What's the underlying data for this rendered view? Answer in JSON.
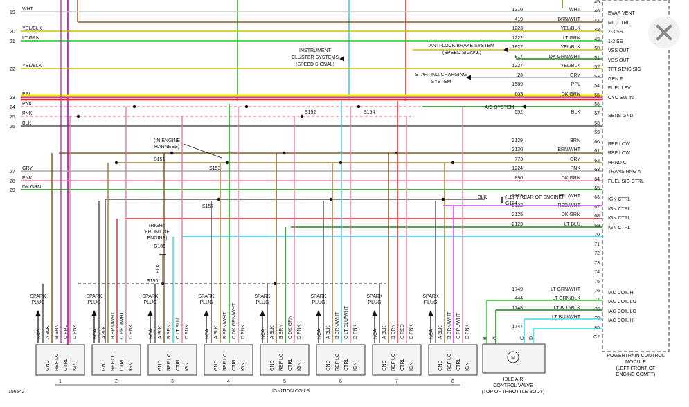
{
  "close_button": {
    "label": "Close"
  },
  "left_wires": [
    {
      "num": "19",
      "color": "WHT",
      "stroke": "#cccccc"
    },
    {
      "num": "20",
      "color": "YEL/BLK",
      "stroke": "#d4c000"
    },
    {
      "num": "21",
      "color": "LT GRN",
      "stroke": "#22cc22"
    },
    {
      "num": "22",
      "color": "YEL/BLK",
      "stroke": "#d4c000"
    },
    {
      "num": "23",
      "color": "PPL",
      "stroke": "#bb44bb"
    },
    {
      "num": "24",
      "color": "PNK",
      "stroke": "#f080a0"
    },
    {
      "num": "25",
      "color": "PNK",
      "stroke": "#f080a0"
    },
    {
      "num": "26",
      "color": "BLK",
      "stroke": "#555555"
    },
    {
      "num": "27",
      "color": "GRY",
      "stroke": "#aaaaaa"
    },
    {
      "num": "28",
      "color": "PNK",
      "stroke": "#f080a0"
    },
    {
      "num": "29",
      "color": "DK GRN",
      "stroke": "#118811"
    }
  ],
  "pcm_pins": [
    {
      "pin": "45",
      "circuit": "",
      "color": "",
      "func": ""
    },
    {
      "pin": "46",
      "circuit": "1310",
      "color": "WHT",
      "func": "EVAP VENT"
    },
    {
      "pin": "47",
      "circuit": "419",
      "color": "BRN/WHT",
      "func": "MIL CTRL"
    },
    {
      "pin": "48",
      "circuit": "1223",
      "color": "YEL/BLK",
      "func": "2-3 SS"
    },
    {
      "pin": "49",
      "circuit": "1222",
      "color": "LT GRN",
      "func": "1-2 SS"
    },
    {
      "pin": "50",
      "circuit": "1827",
      "color": "YEL/BLK",
      "func": "VSS OUT"
    },
    {
      "pin": "51",
      "circuit": "817",
      "color": "DK GRN/WHT",
      "func": "VSS OUT"
    },
    {
      "pin": "52",
      "circuit": "1227",
      "color": "YEL/BLK",
      "func": "TFT SENS SIG"
    },
    {
      "pin": "53",
      "circuit": "23",
      "color": "GRY",
      "func": "GEN F"
    },
    {
      "pin": "54",
      "circuit": "1589",
      "color": "PPL",
      "func": "FUEL LEV"
    },
    {
      "pin": "55",
      "circuit": "603",
      "color": "DK GRN",
      "func": "CYC SW IN"
    },
    {
      "pin": "56",
      "circuit": "",
      "color": "",
      "func": ""
    },
    {
      "pin": "57",
      "circuit": "552",
      "color": "BLK",
      "func": "SENS GND"
    },
    {
      "pin": "58",
      "circuit": "",
      "color": "",
      "func": ""
    },
    {
      "pin": "59",
      "circuit": "",
      "color": "",
      "func": ""
    },
    {
      "pin": "60",
      "circuit": "2129",
      "color": "BRN",
      "func": "REF LOW"
    },
    {
      "pin": "61",
      "circuit": "2130",
      "color": "BRN/WHT",
      "func": "REF LOW"
    },
    {
      "pin": "62",
      "circuit": "773",
      "color": "GRY",
      "func": "PRND C"
    },
    {
      "pin": "63",
      "circuit": "1224",
      "color": "PNK",
      "func": "TRANS RNG A"
    },
    {
      "pin": "64",
      "circuit": "890",
      "color": "DK GRN",
      "func": "FUEL SIG CTRL"
    },
    {
      "pin": "65",
      "circuit": "",
      "color": "",
      "func": ""
    },
    {
      "pin": "66",
      "circuit": "2128",
      "color": "PPL/WHT",
      "func": "IGN CTRL"
    },
    {
      "pin": "67",
      "circuit": "2122",
      "color": "RED/WHT",
      "func": "IGN CTRL"
    },
    {
      "pin": "68",
      "circuit": "2125",
      "color": "DK GRN",
      "func": "IGN CTRL"
    },
    {
      "pin": "69",
      "circuit": "2123",
      "color": "LT BLU",
      "func": "IGN CTRL"
    },
    {
      "pin": "70",
      "circuit": "",
      "color": "",
      "func": ""
    },
    {
      "pin": "71",
      "circuit": "",
      "color": "",
      "func": ""
    },
    {
      "pin": "72",
      "circuit": "",
      "color": "",
      "func": ""
    },
    {
      "pin": "73",
      "circuit": "",
      "color": "",
      "func": ""
    },
    {
      "pin": "74",
      "circuit": "",
      "color": "",
      "func": ""
    },
    {
      "pin": "75",
      "circuit": "",
      "color": "",
      "func": ""
    },
    {
      "pin": "76",
      "circuit": "1749",
      "color": "LT GRN/WHT",
      "func": "IAC COIL HI"
    },
    {
      "pin": "77",
      "circuit": "444",
      "color": "LT GRN/BLK",
      "func": "IAC COIL LO"
    },
    {
      "pin": "78",
      "circuit": "1748",
      "color": "LT BLU/BLK",
      "func": "IAC COIL LO"
    },
    {
      "pin": "79",
      "circuit": "",
      "color": "LT BLU/WHT",
      "func": "IAC COIL HI"
    },
    {
      "pin": "80",
      "circuit": "1747",
      "color": "",
      "func": ""
    },
    {
      "pin": "C2",
      "circuit": "",
      "color": "",
      "func": ""
    }
  ],
  "notes": {
    "instrument": [
      "INSTRUMENT",
      "CLUSTER SYSTEMS",
      "(SPEED SIGNAL)"
    ],
    "abs": [
      "ANTI-LOCK BRAKE SYSTEM",
      "(SPEED SIGNAL)"
    ],
    "starting": [
      "STARTING/CHARGING",
      "SYSTEM"
    ],
    "ac": "A/C SYSTEM",
    "in_engine": [
      "(IN ENGINE",
      "HARNESS)"
    ],
    "right_front": [
      "(RIGHT",
      "FRONT OF",
      "ENGINE)"
    ],
    "g105": "G105",
    "g105_wire": "BLK",
    "g104_wire": "BLK",
    "left_rear": "(LEFT REAR OF ENGINE)",
    "g104": "G104"
  },
  "splices": {
    "s151": "S151",
    "s152": "S152",
    "s153": "S153",
    "s154": "S154",
    "s156": "S156",
    "s157": "S157"
  },
  "coils": {
    "spark_plug": [
      "SPARK",
      "PLUG"
    ],
    "pin_names": [
      "GND",
      "REF LO",
      "CTRL",
      "IGN"
    ],
    "units": [
      {
        "num": "1",
        "nca": "NCA",
        "wires": [
          "A BLK",
          "B BRN",
          "C PPL",
          "D PNK"
        ]
      },
      {
        "num": "2",
        "nca": "NCA",
        "wires": [
          "A BLK",
          "B BRN/WHT",
          "C RED/WHT",
          "D PNK"
        ]
      },
      {
        "num": "3",
        "nca": "NCA",
        "wires": [
          "A BLK",
          "B BRN",
          "C LT BLU",
          "D PNK"
        ]
      },
      {
        "num": "4",
        "nca": "NCA",
        "wires": [
          "A BLK",
          "B BRN/WHT",
          "C DK GRN/WHT",
          "D PNK"
        ]
      },
      {
        "num": "5",
        "nca": "NCA",
        "wires": [
          "A BLK",
          "B BRN",
          "C DK GRN",
          "D PNK"
        ]
      },
      {
        "num": "6",
        "nca": "NCA",
        "wires": [
          "A BLK",
          "B BRN/WHT",
          "C LT BLU/WHT",
          "D PNK"
        ]
      },
      {
        "num": "7",
        "nca": "NCA",
        "wires": [
          "A BLK",
          "B BRN",
          "C RED",
          "D PNK"
        ]
      },
      {
        "num": "8",
        "nca": "NCA",
        "wires": [
          "A BLK",
          "B BRN/WHT",
          "C PPL/WHT",
          "D PNK"
        ]
      }
    ],
    "caption": "IGNITION COILS"
  },
  "iac": {
    "pins": [
      "B",
      "A",
      "C",
      "D"
    ],
    "motor": "M",
    "caption": [
      "IDLE AIR",
      "CONTROL VALVE",
      "(TOP OF THROTTLE BODY)"
    ]
  },
  "pcm": {
    "caption": [
      "POWERTRAIN CONTROL",
      "MODULE",
      "(LEFT FRONT OF",
      "ENGINE COMPT)"
    ]
  },
  "figure_id": "156542"
}
